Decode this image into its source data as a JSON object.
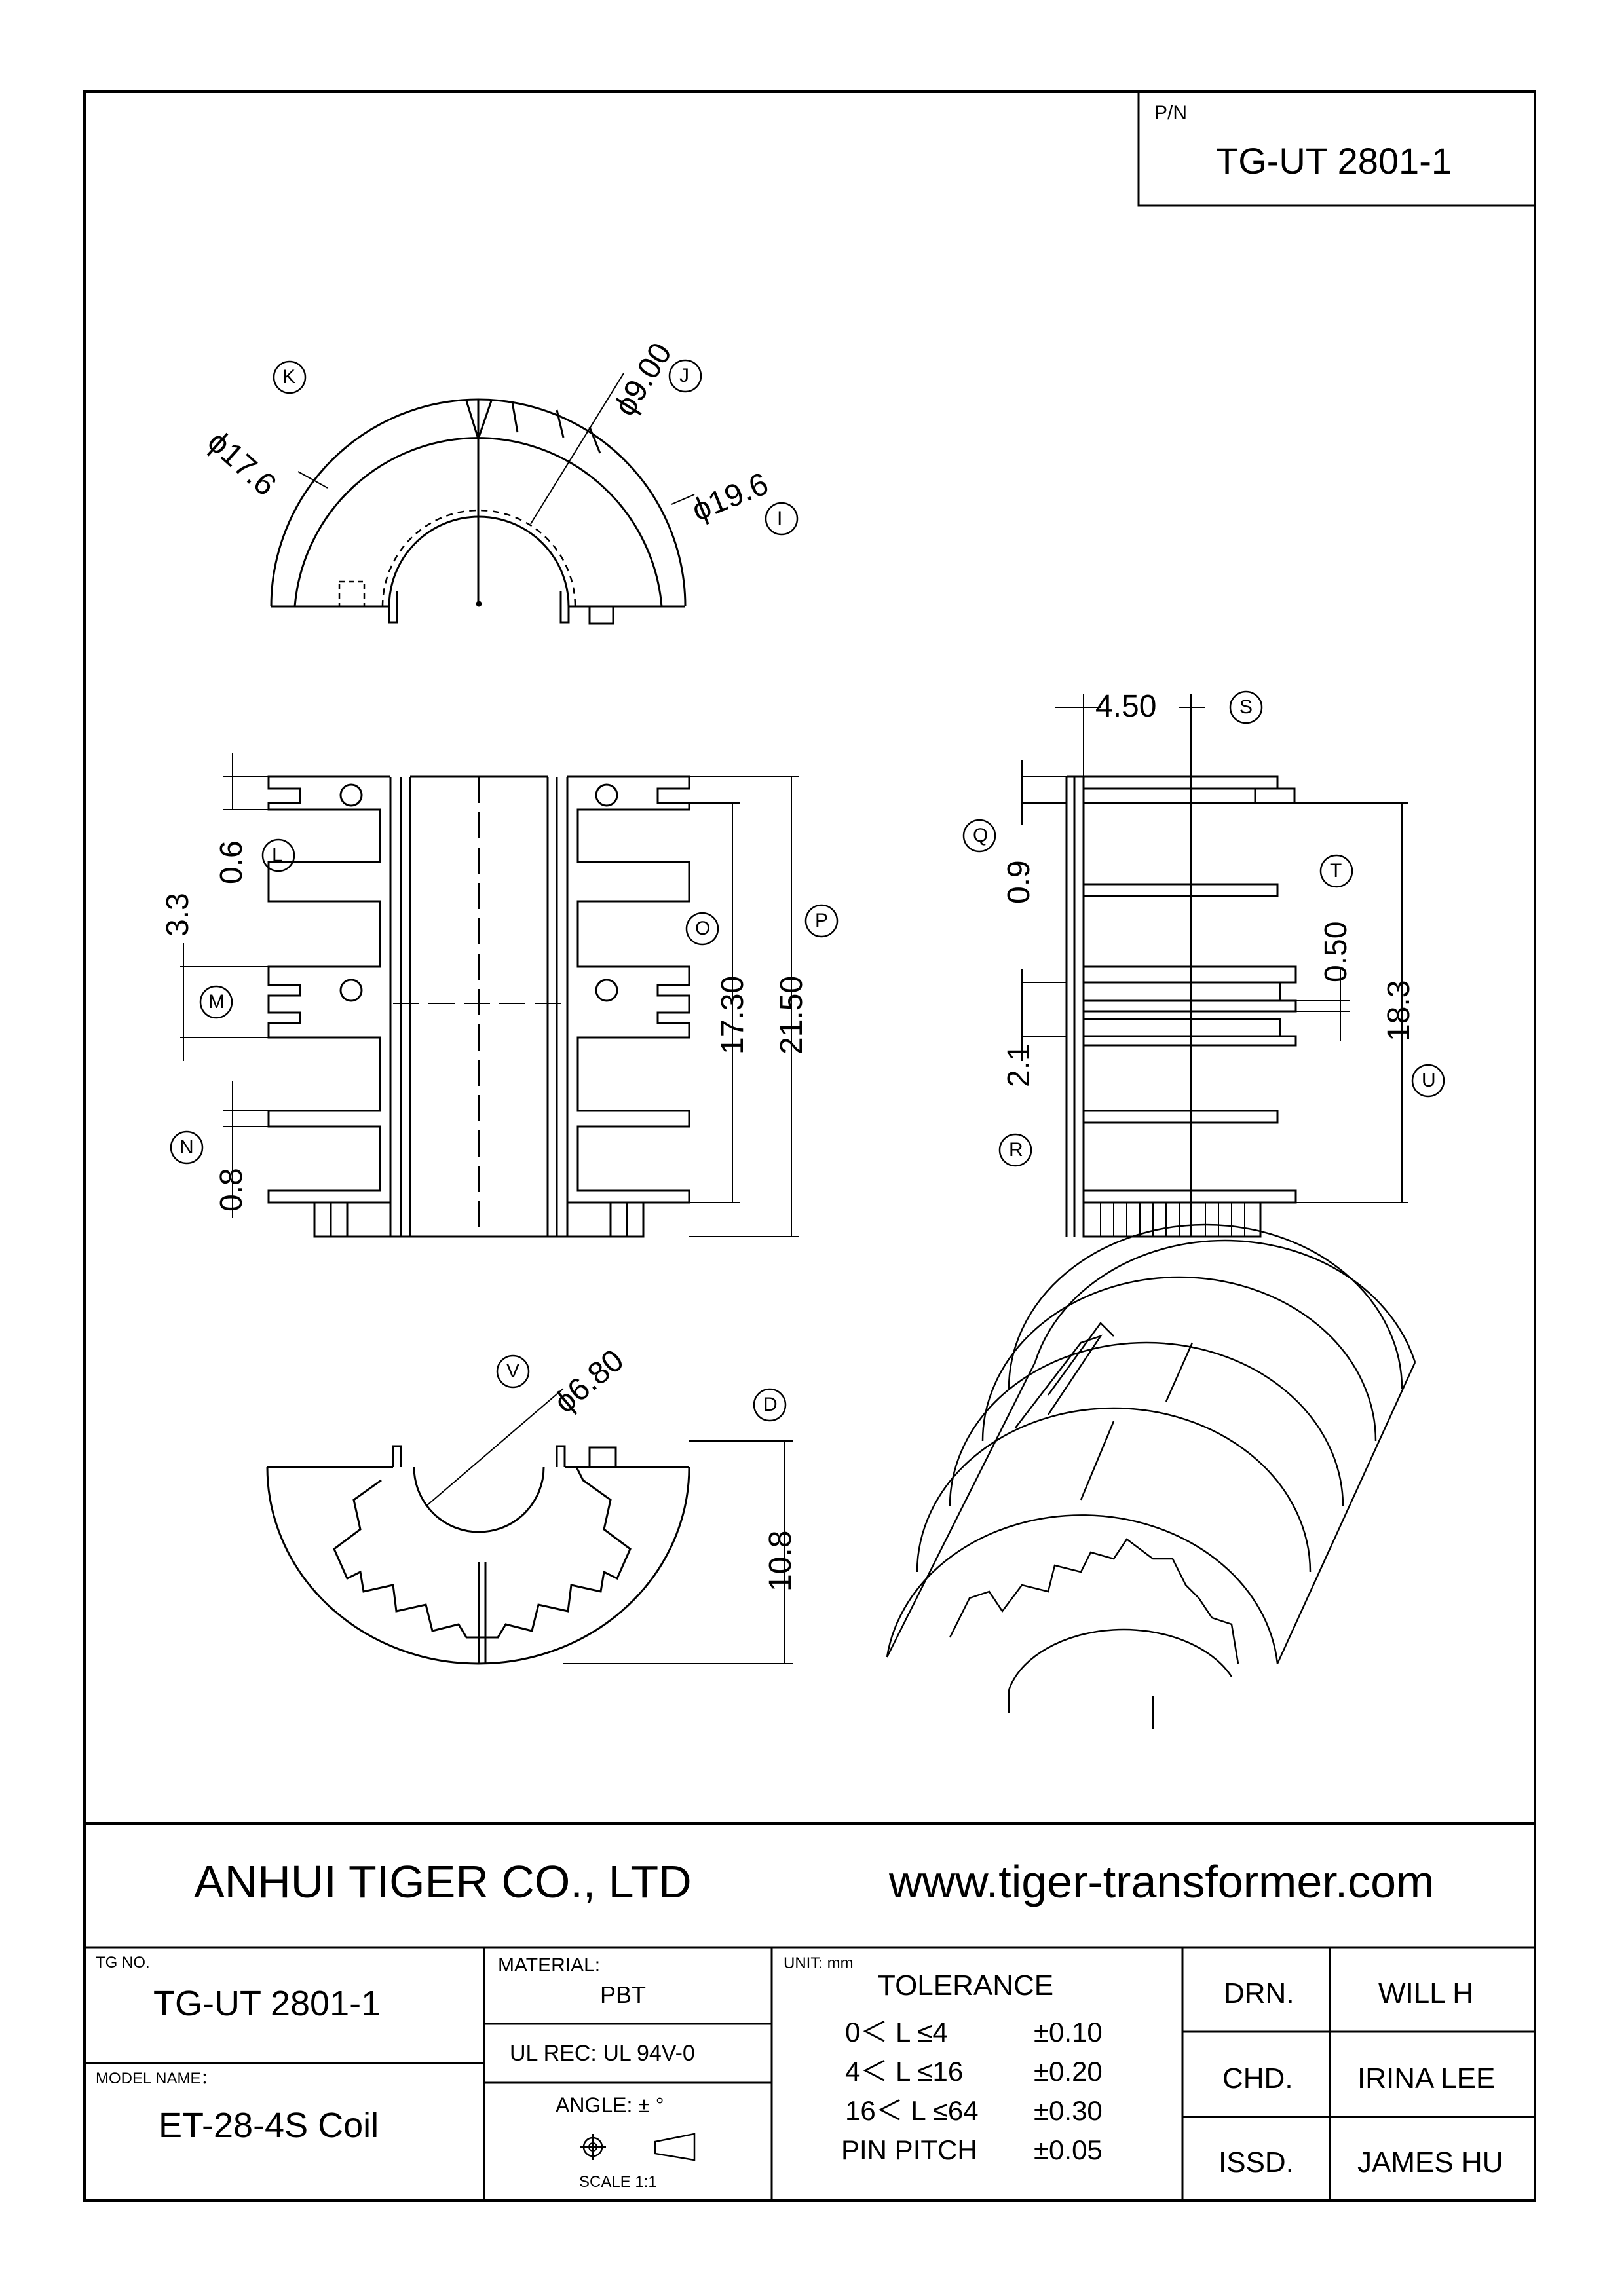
{
  "pn": {
    "label": "P/N",
    "value": "TG-UT 2801-1"
  },
  "dims": {
    "K": "K",
    "J": "J",
    "I": "I",
    "phi176": "ϕ17.6",
    "phi900": "ϕ9.00",
    "phi196": "ϕ19.6",
    "d450": "4.50",
    "S": "S",
    "d06": "0.6",
    "L": "L",
    "d33": "3.3",
    "M": "M",
    "N": "N",
    "d08": "0.8",
    "O": "O",
    "d1730": "17.30",
    "P": "P",
    "d2150": "21.50",
    "Q": "Q",
    "d09": "0.9",
    "T": "T",
    "d050": "0.50",
    "d183": "18.3",
    "U": "U",
    "d21": "2.1",
    "R": "R",
    "V": "V",
    "phi680": "ϕ6.80",
    "D": "D",
    "d108": "10.8"
  },
  "company": {
    "name": "ANHUI TIGER CO., LTD",
    "website": "www.tiger-transformer.com"
  },
  "titleblock": {
    "tg_no_label": "TG NO.",
    "tg_no": "TG-UT 2801-1",
    "model_label": "MODEL NAME：",
    "model": "ET-28-4S Coil",
    "material_label": "MATERIAL:",
    "material": "PBT",
    "ul_rec": "UL REC:  UL 94V-0",
    "angle": "ANGLE:   ±  °",
    "scale": "SCALE  1:1",
    "unit": "UNIT:  mm",
    "tolerance_title": "TOLERANCE",
    "tolerance_rows": [
      {
        "range": "0＜ L ≤4",
        "value": "±0.10"
      },
      {
        "range": "4＜ L ≤16",
        "value": "±0.20"
      },
      {
        "range": "16＜ L ≤64",
        "value": "±0.30"
      },
      {
        "range": "PIN PITCH",
        "value": "±0.05"
      }
    ],
    "signoff": [
      {
        "role": "DRN.",
        "name": "WILL H"
      },
      {
        "role": "CHD.",
        "name": "IRINA LEE"
      },
      {
        "role": "ISSD.",
        "name": "JAMES HU"
      }
    ]
  }
}
